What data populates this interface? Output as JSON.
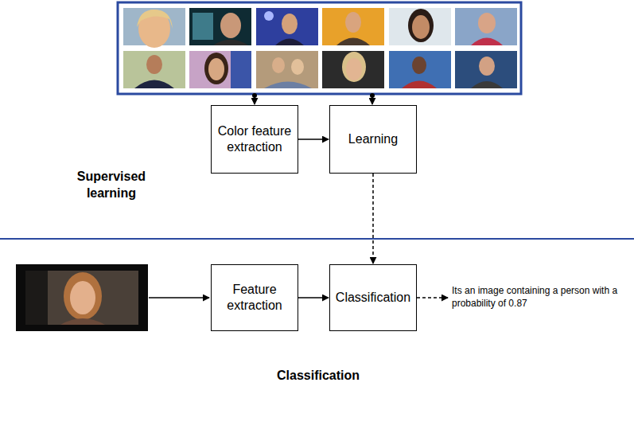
{
  "diagram": {
    "nodes": [
      {
        "text": [
          "Color feature extraction"
        ]
      },
      {
        "text": [
          "Learning"
        ]
      },
      {
        "text": [
          "Feature extraction"
        ]
      },
      {
        "text": [
          "Classification"
        ]
      }
    ],
    "edges": [
      {
        "from": 0,
        "to": 1,
        "arrow": "to"
      },
      {
        "from": 1,
        "to": 3,
        "arrow": "to"
      },
      {
        "from": 2,
        "to": 3,
        "arrow": "to"
      }
    ],
    "labels": [
      "Supervised learning",
      "Classification",
      "Its an image containing a person with a probability of 0.87"
    ]
  }
}
